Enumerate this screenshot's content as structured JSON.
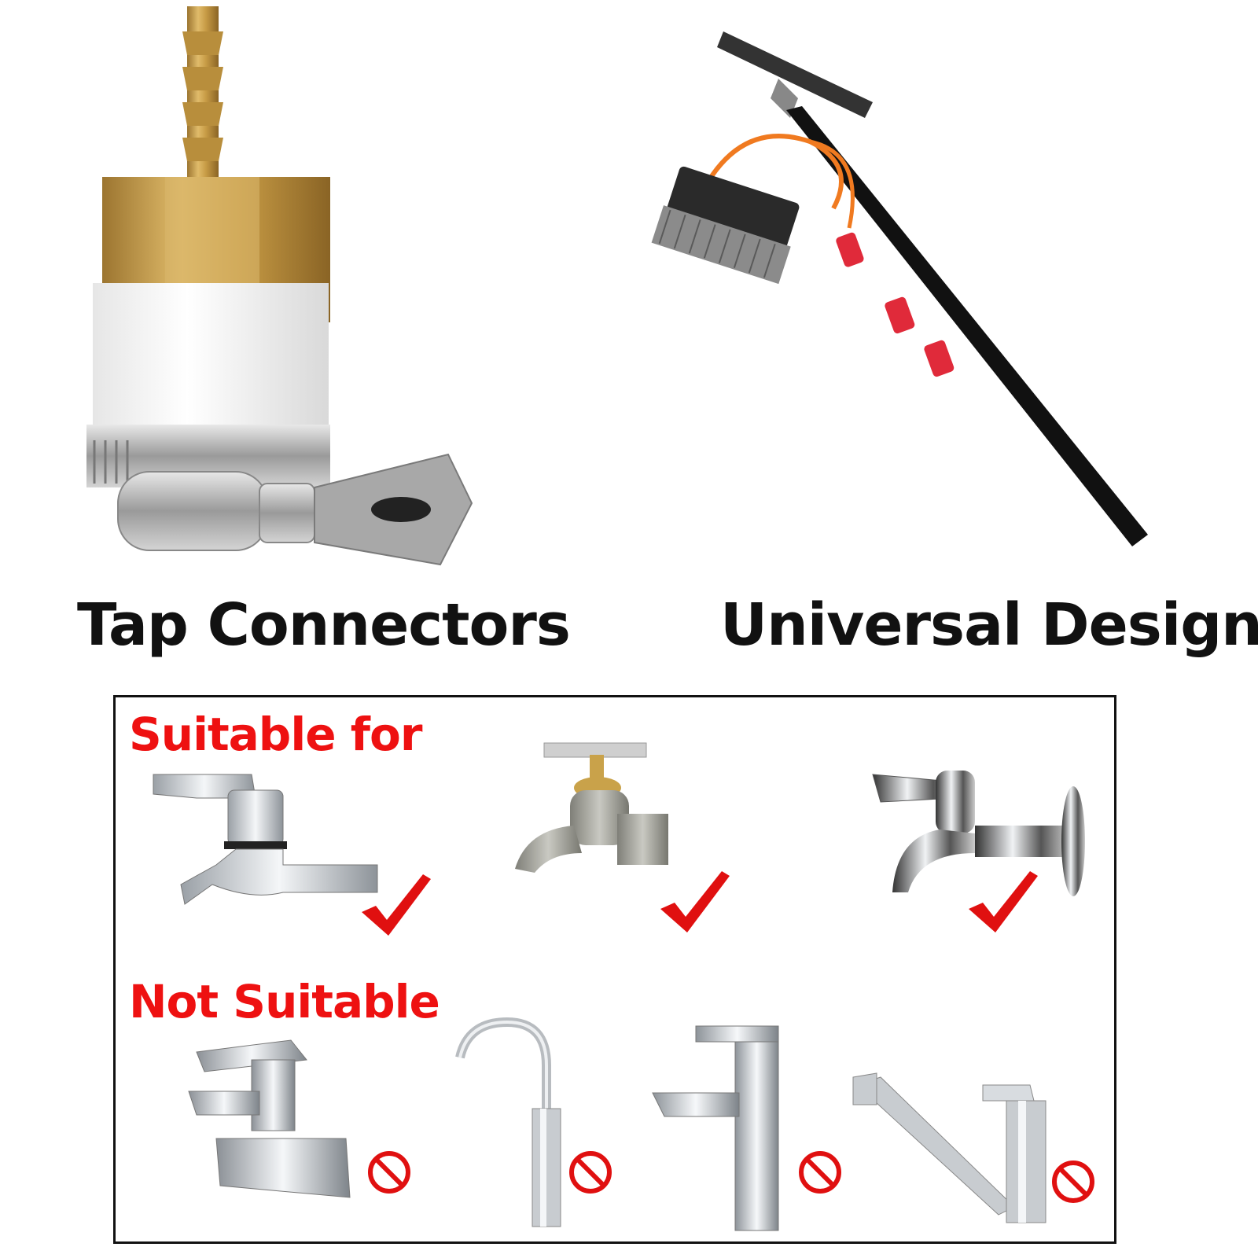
{
  "captions": {
    "left": "Tap Connectors",
    "right": "Universal Design"
  },
  "compatibility": {
    "suitable_heading": "Suitable for",
    "not_suitable_heading": "Not Suitable",
    "suitable_items": [
      {
        "icon": "lever-tap-icon",
        "status": "check-mark-icon"
      },
      {
        "icon": "cross-handle-brass-tap-icon",
        "status": "check-mark-icon"
      },
      {
        "icon": "wall-mount-lever-tap-icon",
        "status": "check-mark-icon"
      }
    ],
    "not_suitable_items": [
      {
        "icon": "basin-mixer-tap-icon",
        "status": "prohibited-icon"
      },
      {
        "icon": "gooseneck-tap-icon",
        "status": "prohibited-icon"
      },
      {
        "icon": "single-lever-basin-tap-icon",
        "status": "prohibited-icon"
      },
      {
        "icon": "kitchen-swivel-tap-icon",
        "status": "prohibited-icon"
      }
    ]
  },
  "colors": {
    "heading_red": "#ee1111",
    "check_red": "#e01010",
    "brass": "#c9a24a",
    "chrome": "#c8ccd0",
    "pole_accent": "#e02a3a",
    "hose_orange": "#f07a20"
  }
}
